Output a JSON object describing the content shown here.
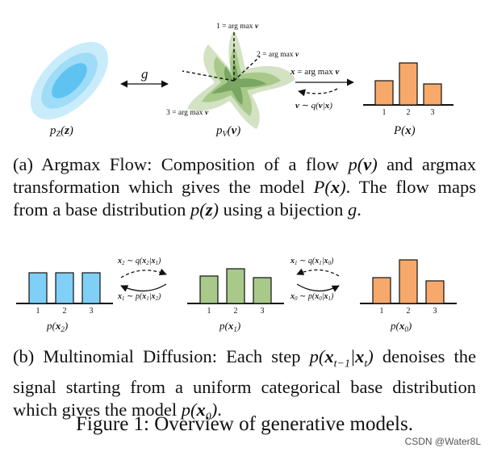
{
  "figure_a": {
    "base_label": "p_Z(z)",
    "arrow_label": "g",
    "flow_label": "p_V(v)",
    "argmax_labels": [
      "1 = arg max v",
      "2 = arg max v",
      "3 = arg max v"
    ],
    "forward_label": "x = arg max v",
    "backward_label": "v ~ q(v|x)",
    "model_label": "P(x)",
    "categories": [
      "1",
      "2",
      "3"
    ],
    "colors": {
      "blue": "#7fcff7",
      "green": "#a8c98a",
      "orange": "#f6a96a"
    }
  },
  "caption_a": {
    "text_1": "(a) Argmax Flow: Composition of a flow ",
    "math_1": "p(v)",
    "text_2": " and argmax transformation which gives the model ",
    "math_2": "P(x)",
    "text_3": ". The flow maps from a base distribution ",
    "math_3": "p(z)",
    "text_4": " using a bijection ",
    "math_4": "g",
    "text_5": "."
  },
  "figure_b": {
    "labels": [
      "p(x_2)",
      "p(x_1)",
      "p(x_0)"
    ],
    "arrow_top_1": "x_2 ~ q(x_2|x_1)",
    "arrow_bottom_1": "x_1 ~ p(x_1|x_2)",
    "arrow_top_2": "x_1 ~ q(x_1|x_0)",
    "arrow_bottom_2": "x_0 ~ p(x_0|x_1)",
    "categories": [
      "1",
      "2",
      "3"
    ]
  },
  "caption_b": {
    "text_1": "(b) Multinomial Diffusion: Each step ",
    "math_1": "p(x_{t−1}|x_t)",
    "text_2": " denoises the signal starting from a uniform categorical base distribution which gives the model ",
    "math_2": "p(x_0)",
    "text_3": "."
  },
  "figure_title": "Figure 1: Overview of generative models.",
  "watermark": "CSDN @Water8L"
}
